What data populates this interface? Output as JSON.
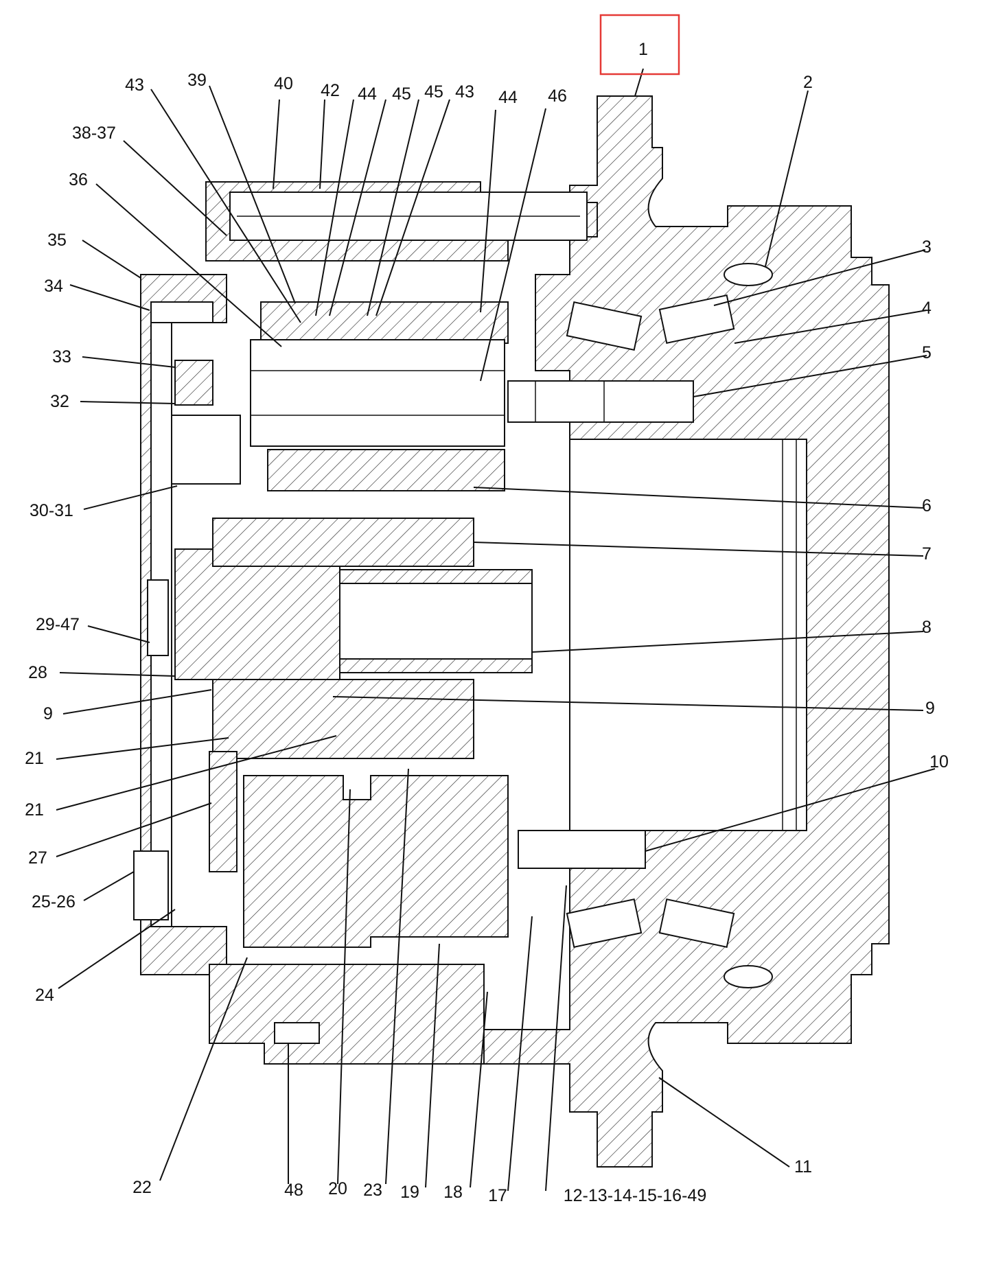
{
  "colors": {
    "highlight": "#e53935",
    "ink": "#111111"
  },
  "callouts": [
    {
      "id": "c1",
      "label": "1"
    },
    {
      "id": "c2",
      "label": "2"
    },
    {
      "id": "c3",
      "label": "3"
    },
    {
      "id": "c4",
      "label": "4"
    },
    {
      "id": "c5",
      "label": "5"
    },
    {
      "id": "c6",
      "label": "6"
    },
    {
      "id": "c7",
      "label": "7"
    },
    {
      "id": "c8",
      "label": "8"
    },
    {
      "id": "c9r",
      "label": "9"
    },
    {
      "id": "c10",
      "label": "10"
    },
    {
      "id": "c11",
      "label": "11"
    },
    {
      "id": "c12",
      "label": "12-13-14-15-16-49"
    },
    {
      "id": "c17",
      "label": "17"
    },
    {
      "id": "c18",
      "label": "18"
    },
    {
      "id": "c19",
      "label": "19"
    },
    {
      "id": "c23",
      "label": "23"
    },
    {
      "id": "c20",
      "label": "20"
    },
    {
      "id": "c48",
      "label": "48"
    },
    {
      "id": "c22",
      "label": "22"
    },
    {
      "id": "c24",
      "label": "24"
    },
    {
      "id": "c25",
      "label": "25-26"
    },
    {
      "id": "c27",
      "label": "27"
    },
    {
      "id": "c21b",
      "label": "21"
    },
    {
      "id": "c21a",
      "label": "21"
    },
    {
      "id": "c9l",
      "label": "9"
    },
    {
      "id": "c28",
      "label": "28"
    },
    {
      "id": "c29",
      "label": "29-47"
    },
    {
      "id": "c30",
      "label": "30-31"
    },
    {
      "id": "c32",
      "label": "32"
    },
    {
      "id": "c33",
      "label": "33"
    },
    {
      "id": "c34",
      "label": "34"
    },
    {
      "id": "c35",
      "label": "35"
    },
    {
      "id": "c36",
      "label": "36"
    },
    {
      "id": "c38",
      "label": "38-37"
    },
    {
      "id": "c43a",
      "label": "43"
    },
    {
      "id": "c39",
      "label": "39"
    },
    {
      "id": "c40",
      "label": "40"
    },
    {
      "id": "c42",
      "label": "42"
    },
    {
      "id": "c44a",
      "label": "44"
    },
    {
      "id": "c45a",
      "label": "45"
    },
    {
      "id": "c45b",
      "label": "45"
    },
    {
      "id": "c43b",
      "label": "43"
    },
    {
      "id": "c44b",
      "label": "44"
    },
    {
      "id": "c46",
      "label": "46"
    }
  ]
}
